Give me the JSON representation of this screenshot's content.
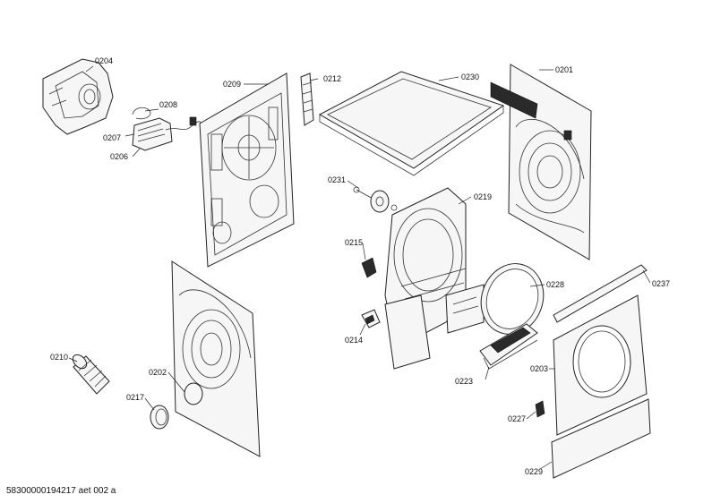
{
  "diagram": {
    "footer": "58300000194217 aet 002 a",
    "parts": {
      "p0201": "0201",
      "p0202": "0202",
      "p0203": "0203",
      "p0204": "0204",
      "p0206": "0206",
      "p0207": "0207",
      "p0208": "0208",
      "p0209": "0209",
      "p0210": "0210",
      "p0212": "0212",
      "p0214": "0214",
      "p0215": "0215",
      "p0217": "0217",
      "p0219": "0219",
      "p0223": "0223",
      "p0227": "0227",
      "p0228": "0228",
      "p0229": "0229",
      "p0230": "0230",
      "p0231": "0231",
      "p0237": "0237"
    }
  }
}
